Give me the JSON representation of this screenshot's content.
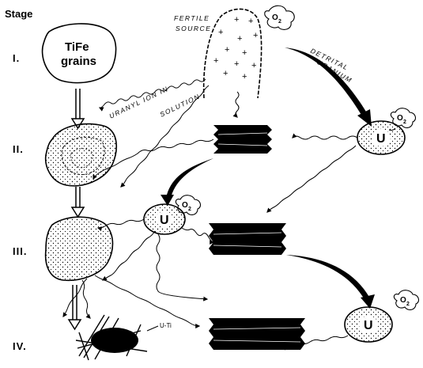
{
  "stage_heading": "Stage",
  "stages": [
    "I.",
    "II.",
    "III.",
    "IV."
  ],
  "tife_grains": [
    "TiFe",
    "grains"
  ],
  "fertile_source": [
    "FERTILE",
    "SOURCE"
  ],
  "uranyl_label": [
    "URANYL ION IN",
    "SOLUTION"
  ],
  "detrital_label": [
    "DETRITAL",
    "URANIUM"
  ],
  "oxygen": "O",
  "oxygen_sub": "2",
  "uranium_symbol": "U",
  "u_ti_label": "U-Ti"
}
